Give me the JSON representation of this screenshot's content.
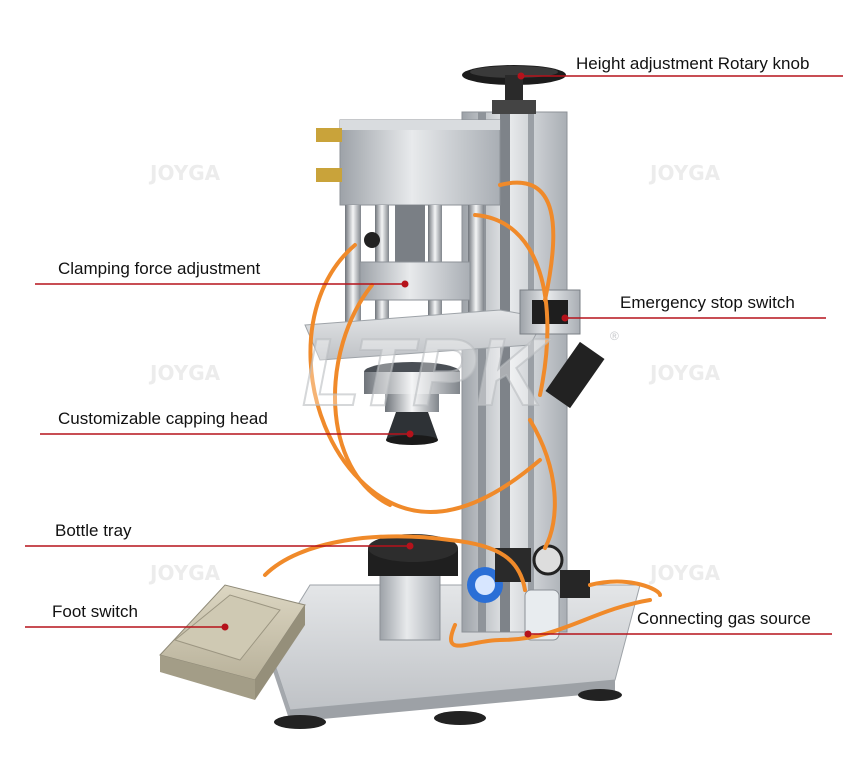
{
  "callouts": {
    "height_knob": "Height adjustment Rotary knob",
    "clamping_force": "Clamping force adjustment",
    "emergency_stop": "Emergency stop switch",
    "capping_head": "Customizable capping head",
    "bottle_tray": "Bottle tray",
    "foot_switch": "Foot switch",
    "gas_source": "Connecting gas source"
  },
  "brand": {
    "logo_text": "LTPK",
    "registered_mark": "®",
    "watermark": "JOYGA"
  },
  "colors": {
    "callout_line": "#b5121b",
    "dot": "#b5121b",
    "tubing": "#f08a2a",
    "aluminum": "#c9ccd0",
    "base_plate": "#d6d8db"
  }
}
